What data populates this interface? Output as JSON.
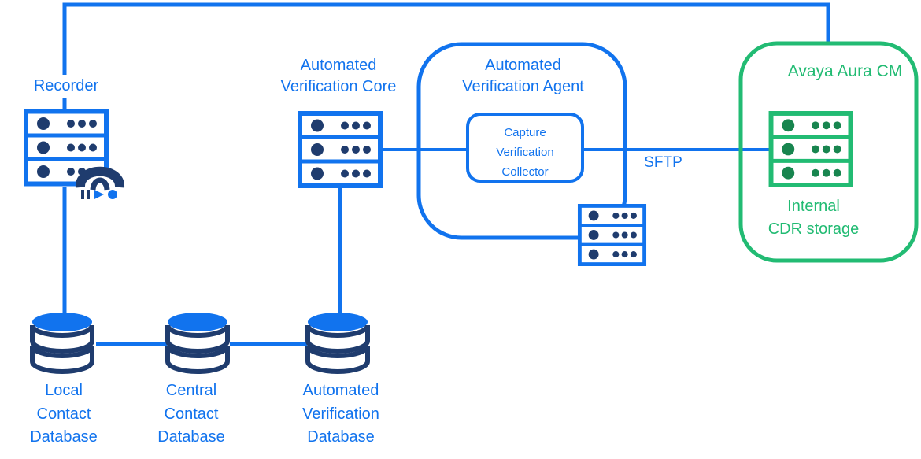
{
  "colors": {
    "line_blue": "#1173EE",
    "dark_navy": "#1F3C6E",
    "green": "#22BB73",
    "green_dark": "#18854F",
    "background": "#FFFFFF"
  },
  "nodes": {
    "recorder": {
      "label": "Recorder"
    },
    "core": {
      "lines": [
        "Automated",
        "Verification Core"
      ]
    },
    "agent": {
      "lines": [
        "Automated",
        "Verification Agent"
      ]
    },
    "capture": {
      "lines": [
        "Capture",
        "Verification",
        "Collector"
      ]
    },
    "avaya": {
      "label": "Avaya Aura CM",
      "storage_lines": [
        "Internal",
        "CDR storage"
      ]
    },
    "db_local": {
      "lines": [
        "Local",
        "Contact",
        "Database"
      ]
    },
    "db_central": {
      "lines": [
        "Central",
        "Contact",
        "Database"
      ]
    },
    "db_auto": {
      "lines": [
        "Automated",
        "Verification",
        "Database"
      ]
    }
  },
  "edges": {
    "sftp_label": "SFTP"
  },
  "icons": {
    "server": "server-stack-icon",
    "database": "database-cylinder-icon",
    "phone": "phone-handset-icon",
    "pause": "pause-icon",
    "play": "play-icon",
    "record": "record-icon"
  }
}
